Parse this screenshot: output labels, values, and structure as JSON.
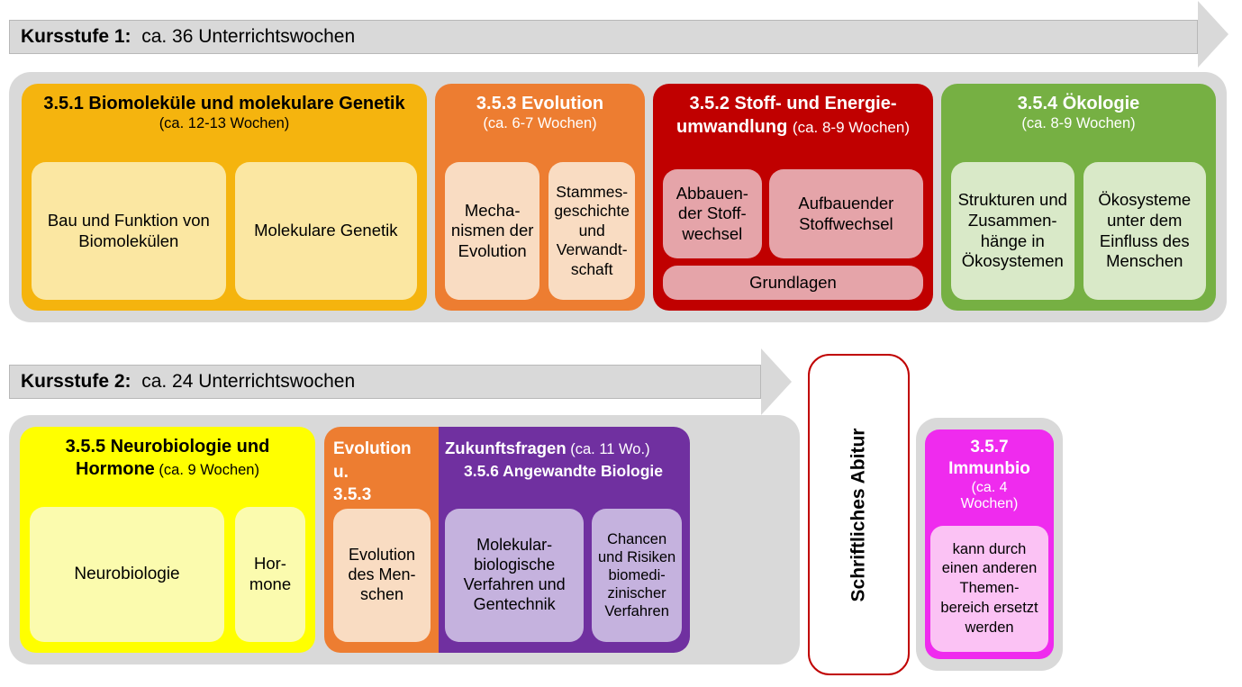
{
  "colors": {
    "banner_gray": "#D9D9D9",
    "tray_gray": "#D9D9D9",
    "gold": "#F5B40E",
    "gold_light": "#FBE7A2",
    "orange": "#ED7D31",
    "orange_light": "#F9DCC2",
    "dark_red": "#C00000",
    "red_light": "#E5A4A9",
    "green": "#76B043",
    "green_light": "#D9E9C8",
    "yellow": "#FFFF00",
    "yellow_light": "#FBFBAE",
    "purple": "#7030A0",
    "purple_light": "#C5B2DE",
    "magenta": "#EF2BEE",
    "magenta_light": "#FBC2F4",
    "abitur_border": "#C00000"
  },
  "banners": {
    "k1": {
      "bold": "Kursstufe 1:",
      "rest": "  ca. 36 Unterrichtswochen"
    },
    "k2": {
      "bold": "Kursstufe 2:",
      "rest": "  ca. 24 Unterrichtswochen"
    }
  },
  "row1": {
    "blocks": [
      {
        "title": "3.5.1 Biomoleküle und molekulare Genetik",
        "weeks": "(ca. 12-13 Wochen)",
        "items": [
          "Bau und Funktion von\nBiomolekülen",
          "Molekulare Genetik"
        ]
      },
      {
        "title": "3.5.3 Evolution",
        "weeks": "(ca. 6-7 Wochen)",
        "items": [
          "Mecha-\nnismen der\nEvolution",
          "Stammes-\ngeschichte\nund\nVerwandt-\nschaft"
        ]
      },
      {
        "title_line1": "3.5.2 Stoff- und Energie-",
        "title_line2_bold": "umwandlung",
        "weeks": "(ca. 8-9 Wochen)",
        "items": [
          "Abbauen-\nder Stoff-\nwechsel",
          "Aufbauender\nStoffwechsel",
          "Grundlagen"
        ]
      },
      {
        "title": "3.5.4 Ökologie",
        "weeks": "(ca. 8-9 Wochen)",
        "items": [
          "Strukturen und\nZusammen-\nhänge in\nÖkosystemen",
          "Ökosysteme\nunter dem\nEinfluss des\nMenschen"
        ]
      }
    ]
  },
  "row2": {
    "neuro": {
      "title_line1": "3.5.5 Neurobiologie und",
      "title_bold2": "Hormone",
      "weeks": " (ca. 9 Wochen)",
      "items": [
        "Neurobiologie",
        "Hor-\nmone"
      ]
    },
    "evo_zukunft": {
      "left_title": "Evolution u.",
      "left_code": "3.5.3",
      "right_title_bold": "Zukunftsfragen",
      "right_title_rest": " (ca. 11 Wo.)",
      "right_subtitle": "3.5.6 Angewandte Biologie",
      "left_item": "Evolution\ndes Men-\nschen",
      "right_items": [
        "Molekular-\nbiologische\nVerfahren und\nGentechnik",
        "Chancen\nund Risiken\nbiomedi-\nzinischer\nVerfahren"
      ]
    },
    "abitur": {
      "label": "Schriftliches Abitur"
    },
    "immunbio": {
      "title_bold": "3.5.7\nImmunbio",
      "weeks": "(ca. 4\nWochen)",
      "note": "kann durch\neinen anderen\nThemen-\nbereich ersetzt\nwerden"
    }
  }
}
